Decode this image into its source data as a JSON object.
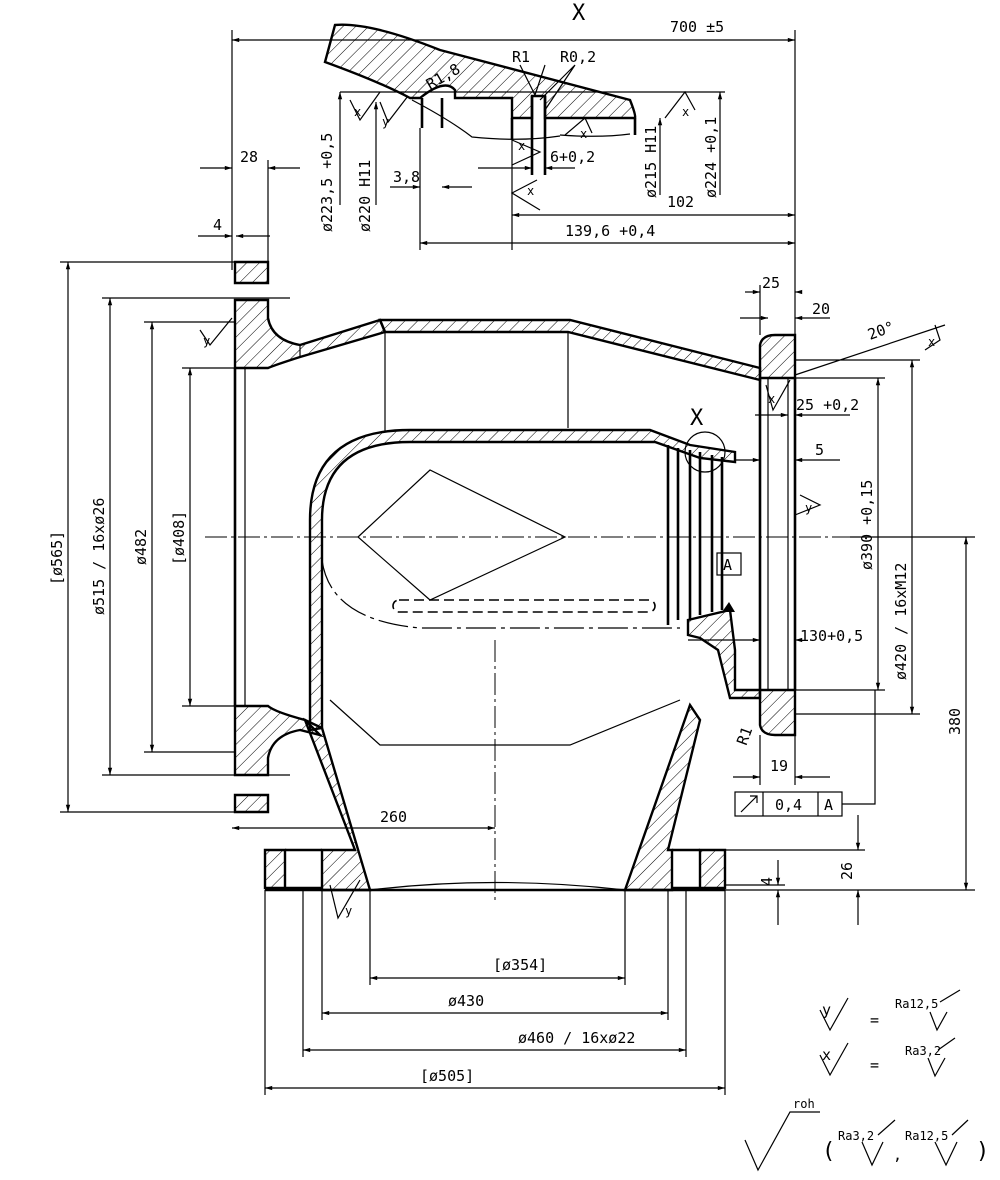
{
  "detail": {
    "label": "X",
    "overall_length": "700 ±5",
    "r1": "R1",
    "r02": "R0,2",
    "r18": "R1,8",
    "d2235": "ø223,5 +0,5",
    "d220": "ø220 H11",
    "w38": "3,8",
    "w6": "6+0,2",
    "d215": "ø215 H11",
    "d224": "ø224 +0,1",
    "l102": "102",
    "l1396": "139,6 +0,4"
  },
  "main": {
    "w28": "28",
    "w4": "4",
    "w25": "25",
    "w20": "20",
    "angle20": "20°",
    "w25b": "25 +0,2",
    "w5": "5",
    "d390": "ø390 +0,15",
    "d420": "ø420 / 16xM12",
    "detail_ref": "X",
    "datum": "A",
    "l130": "130+0,5",
    "h380": "380",
    "r1": "R1",
    "w19": "19",
    "tol_value": "0,4",
    "tol_datum": "A",
    "h26": "26",
    "h4": "4",
    "l260": "260",
    "d565": "[ø565]",
    "d515": "ø515 / 16xø26",
    "d482": "ø482",
    "d408": "[ø408]",
    "d354": "[ø354]",
    "d430": "ø430",
    "d460": "ø460 / 16xø22",
    "d505": "[ø505]"
  },
  "surface_marks": {
    "x": "x",
    "y": "y"
  },
  "legend": {
    "y_symbol": "y",
    "x_symbol": "x",
    "equals": "=",
    "y_value": "Ra12,5",
    "x_value": "Ra3,2",
    "general": "roh",
    "paren_a": "Ra3,2",
    "paren_b": "Ra12,5"
  }
}
